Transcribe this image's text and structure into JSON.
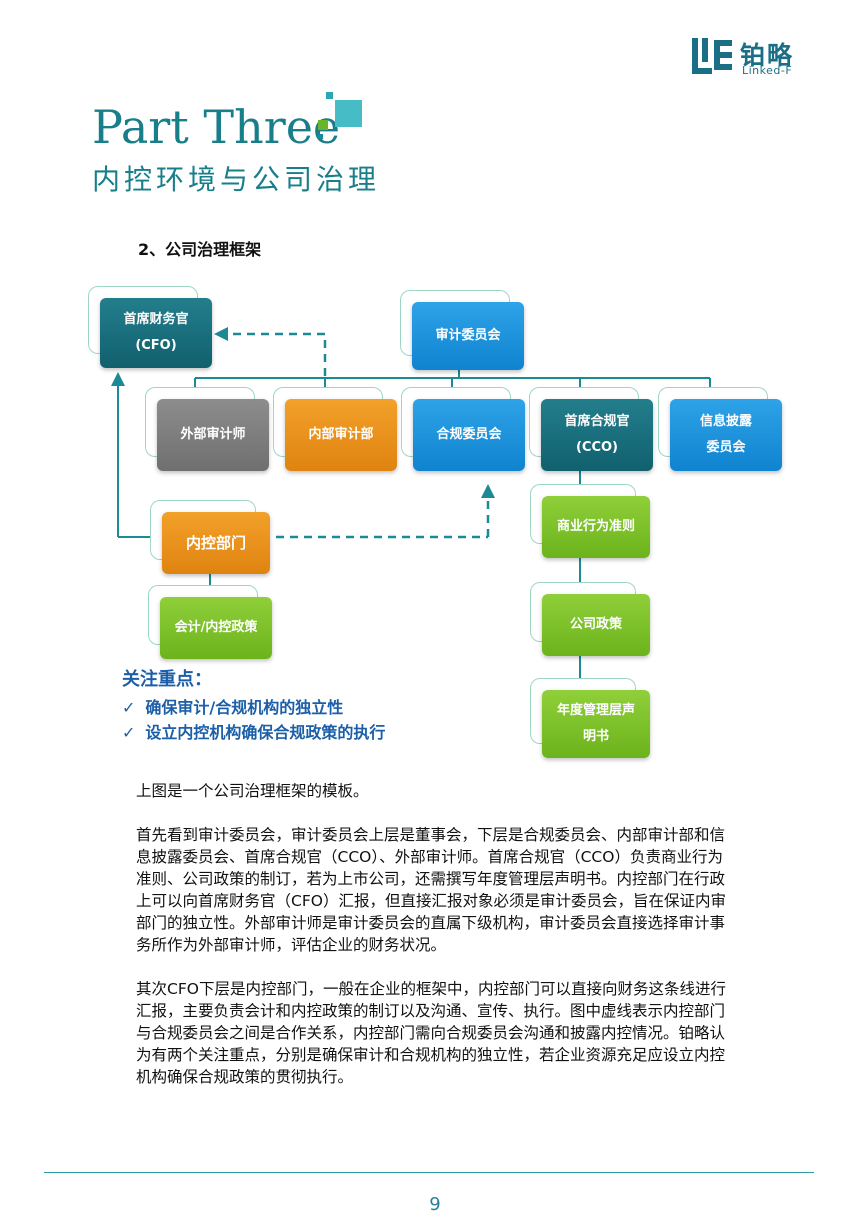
{
  "logo": {
    "cn": "铂略",
    "en": "Linked-F"
  },
  "header": {
    "title": "Part Three",
    "subtitle": "内控环境与公司治理"
  },
  "section": {
    "heading": "2、公司治理框架"
  },
  "diagram": {
    "cfo_line1": "首席财务官",
    "cfo_line2": "(CFO)",
    "audit_committee": "审计委员会",
    "external_auditor": "外部审计师",
    "internal_audit": "内部审计部",
    "compliance_committee": "合规委员会",
    "cco_line1": "首席合规官",
    "cco_line2": "(CCO)",
    "disclosure_line1": "信息披露",
    "disclosure_line2": "委员会",
    "internal_control": "内控部门",
    "accounting_policy": "会计/内控政策",
    "business_conduct": "商业行为准则",
    "company_policy": "公司政策",
    "annual_line1": "年度管理层声",
    "annual_line2": "明书"
  },
  "focus": {
    "title": "关注重点：",
    "items": [
      "确保审计/合规机构的独立性",
      "设立内控机构确保合规政策的执行"
    ]
  },
  "body": {
    "p1": "上图是一个公司治理框架的模板。",
    "p2": "首先看到审计委员会，审计委员会上层是董事会，下层是合规委员会、内部审计部和信息披露委员会、首席合规官（CCO）、外部审计师。首席合规官（CCO）负责商业行为准则、公司政策的制订，若为上市公司，还需撰写年度管理层声明书。内控部门在行政上可以向首席财务官（CFO）汇报，但直接汇报对象必须是审计委员会，旨在保证内审部门的独立性。外部审计师是审计委员会的直属下级机构，审计委员会直接选择审计事务所作为外部审计师，评估企业的财务状况。",
    "p3": "其次CFO下层是内控部门，一般在企业的框架中，内控部门可以直接向财务这条线进行汇报，主要负责会计和内控政策的制订以及沟通、宣传、执行。图中虚线表示内控部门与合规委员会之间是合作关系，内控部门需向合规委员会沟通和披露内控情况。铂略认为有两个关注重点，分别是确保审计和合规机构的独立性，若企业资源充足应设立内控机构确保合规政策的贯彻执行。"
  },
  "footer": {
    "page": "9"
  }
}
